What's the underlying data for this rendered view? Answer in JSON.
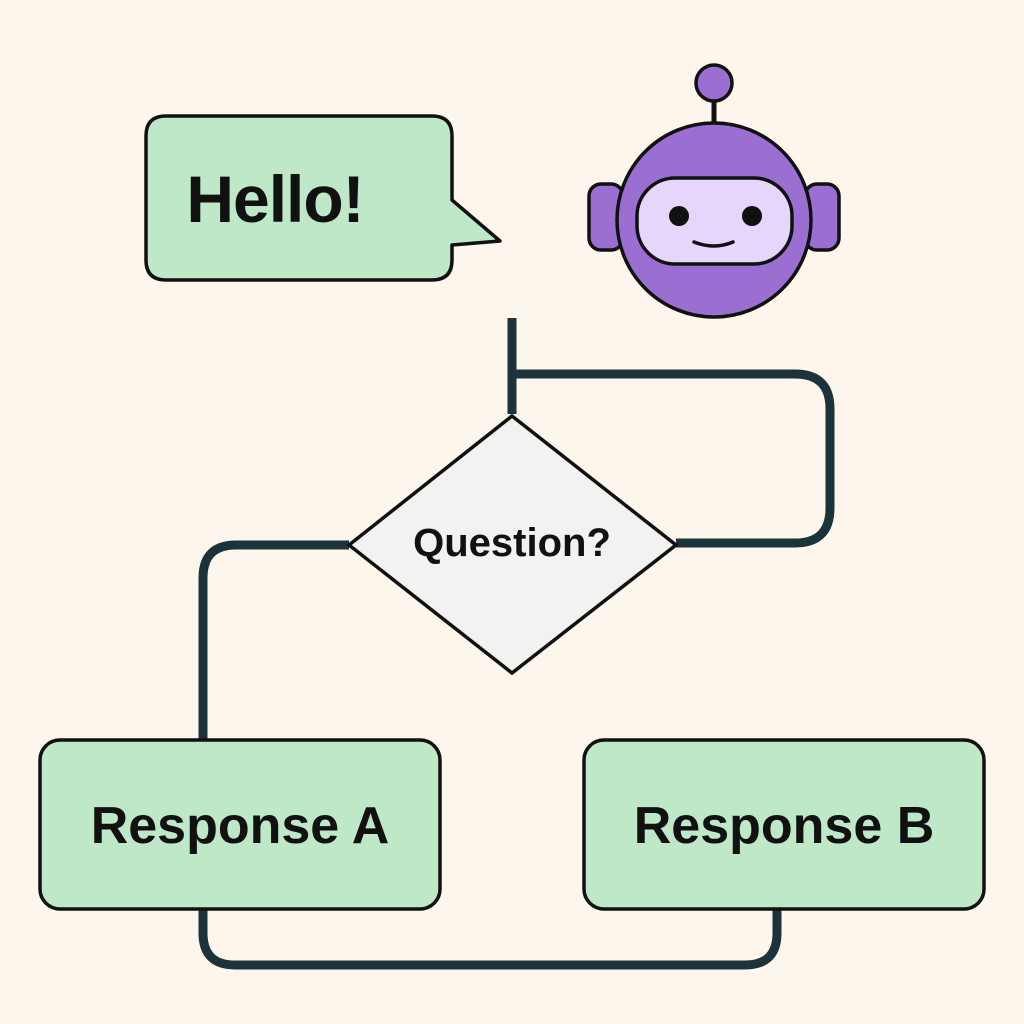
{
  "colors": {
    "background": "#fdf6ec",
    "box_fill": "#bfe8c8",
    "diamond_fill": "#f2f2f0",
    "stroke": "#111111",
    "connector": "#1c333c",
    "robot_body": "#9b6fd1",
    "robot_face": "#e6d6fb"
  },
  "icons": {
    "robot": "robot-icon"
  },
  "diagram": {
    "speech_bubble": {
      "text": "Hello!"
    },
    "decision": {
      "text": "Question?"
    },
    "response_a": {
      "text": "Response A"
    },
    "response_b": {
      "text": "Response B"
    }
  }
}
